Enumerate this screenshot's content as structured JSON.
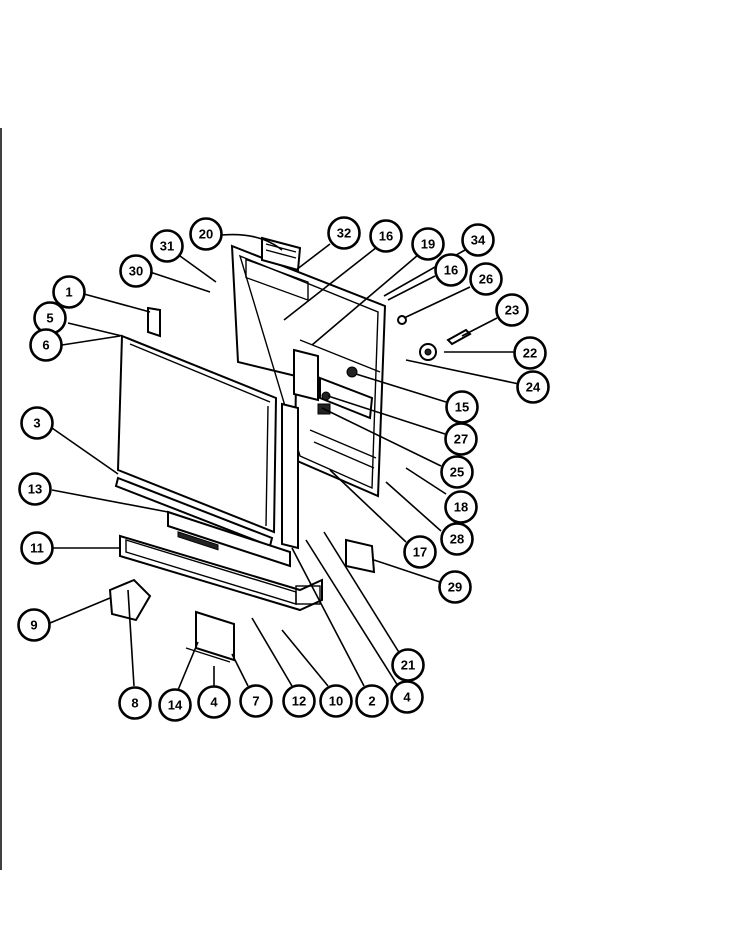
{
  "diagram": {
    "callouts": [
      {
        "id": "c20",
        "label": "20"
      },
      {
        "id": "c32",
        "label": "32"
      },
      {
        "id": "c16a",
        "label": "16"
      },
      {
        "id": "c19",
        "label": "19"
      },
      {
        "id": "c34",
        "label": "34"
      },
      {
        "id": "c31",
        "label": "31"
      },
      {
        "id": "c30",
        "label": "30"
      },
      {
        "id": "c16b",
        "label": "16"
      },
      {
        "id": "c26",
        "label": "26"
      },
      {
        "id": "c1",
        "label": "1"
      },
      {
        "id": "c23",
        "label": "23"
      },
      {
        "id": "c5",
        "label": "5"
      },
      {
        "id": "c6",
        "label": "6"
      },
      {
        "id": "c22",
        "label": "22"
      },
      {
        "id": "c24",
        "label": "24"
      },
      {
        "id": "c15",
        "label": "15"
      },
      {
        "id": "c3",
        "label": "3"
      },
      {
        "id": "c27",
        "label": "27"
      },
      {
        "id": "c25",
        "label": "25"
      },
      {
        "id": "c18",
        "label": "18"
      },
      {
        "id": "c13",
        "label": "13"
      },
      {
        "id": "c28",
        "label": "28"
      },
      {
        "id": "c17",
        "label": "17"
      },
      {
        "id": "c11",
        "label": "11"
      },
      {
        "id": "c29",
        "label": "29"
      },
      {
        "id": "c9",
        "label": "9"
      },
      {
        "id": "c21",
        "label": "21"
      },
      {
        "id": "c8",
        "label": "8"
      },
      {
        "id": "c14",
        "label": "14"
      },
      {
        "id": "c4a",
        "label": "4"
      },
      {
        "id": "c7",
        "label": "7"
      },
      {
        "id": "c12",
        "label": "12"
      },
      {
        "id": "c10",
        "label": "10"
      },
      {
        "id": "c2",
        "label": "2"
      },
      {
        "id": "c4b",
        "label": "4"
      }
    ]
  }
}
